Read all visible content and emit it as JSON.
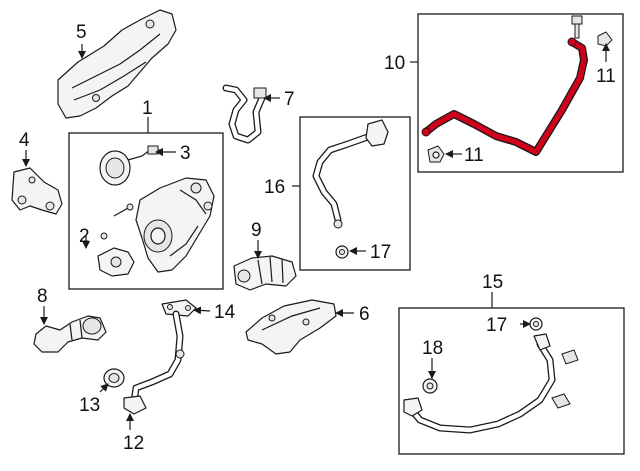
{
  "callouts": {
    "c1": "1",
    "c2": "2",
    "c3": "3",
    "c4": "4",
    "c5": "5",
    "c6": "6",
    "c7": "7",
    "c8": "8",
    "c9": "9",
    "c10": "10",
    "c11a": "11",
    "c11b": "11",
    "c12": "12",
    "c13": "13",
    "c14": "14",
    "c15": "15",
    "c16": "16",
    "c17a": "17",
    "c17b": "17",
    "c18": "18"
  },
  "colors": {
    "highlight": "#d0021b",
    "line": "#1a1a1a"
  }
}
